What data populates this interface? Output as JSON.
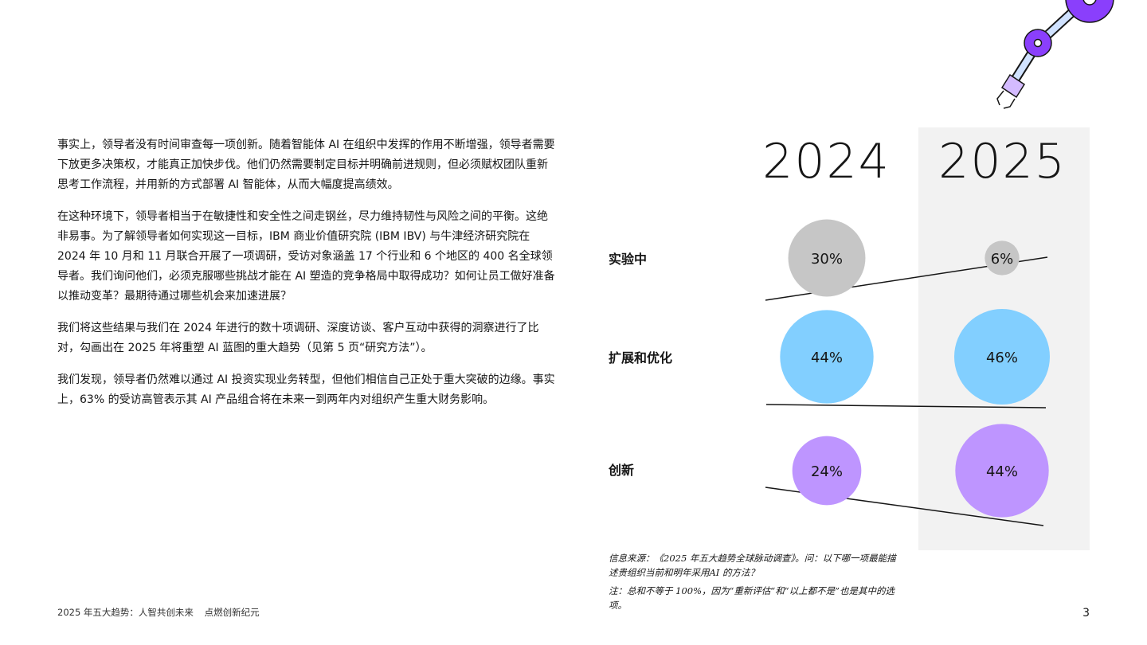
{
  "body": {
    "paragraphs": [
      "事实上，领导者没有时间审查每一项创新。随着智能体 AI 在组织中发挥的作用不断增强，领导者需要下放更多决策权，才能真正加快步伐。他们仍然需要制定目标并明确前进规则，但必须赋权团队重新思考工作流程，并用新的方式部署 AI 智能体，从而大幅度提高绩效。",
      "在这种环境下，领导者相当于在敏捷性和安全性之间走钢丝，尽力维持韧性与风险之间的平衡。这绝非易事。为了解领导者如何实现这一目标，IBM 商业价值研究院 (IBM IBV) 与牛津经济研究院在 2024 年 10 月和 11 月联合开展了一项调研，受访对象涵盖 17 个行业和 6 个地区的 400 名全球领导者。我们询问他们，必须克服哪些挑战才能在 AI 塑造的竞争格局中取得成功？如何让员工做好准备以推动变革？最期待通过哪些机会来加速进展？",
      "我们将这些结果与我们在 2024 年进行的数十项调研、深度访谈、客户互动中获得的洞察进行了比对，勾画出在 2025 年将重塑 AI 蓝图的重大趋势（见第 5 页“研究方法”）。",
      "我们发现，领导者仍然难以通过 AI 投资实现业务转型，但他们相信自己正处于重大突破的边缘。事实上，63% 的受访高管表示其 AI 产品组合将在未来一到两年内对组织产生重大财务影响。"
    ]
  },
  "footer": {
    "report_title": "2025 年五大趋势：人智共创未来",
    "section": "点燃创新纪元",
    "page_number": "3"
  },
  "chart_data": {
    "type": "bubble",
    "columns": [
      "2024",
      "2025"
    ],
    "rows": [
      {
        "label": "实验中",
        "values": [
          30,
          6
        ],
        "display": [
          "30%",
          "6%"
        ],
        "color": "#c6c6c6"
      },
      {
        "label": "扩展和优化",
        "values": [
          44,
          46
        ],
        "display": [
          "44%",
          "46%"
        ],
        "color": "#82cfff"
      },
      {
        "label": "创新",
        "values": [
          24,
          44
        ],
        "display": [
          "24%",
          "44%"
        ],
        "color": "#be95ff"
      }
    ]
  },
  "source": {
    "line1": "信息来源：《2025 年五大趋势全球脉动调查》。问：以下哪一项最能描述贵组织当前和明年采用AI 的方法？",
    "line2": "注：总和不等于 100%，因为“重新评估“和“以上都不是”也是其中的选项。"
  },
  "colors": {
    "grey": "#c6c6c6",
    "blue": "#82cfff",
    "purple": "#be95ff",
    "robot_purple": "#8a3ffc"
  },
  "icons": {
    "robot_arm": "robot-arm-icon"
  }
}
